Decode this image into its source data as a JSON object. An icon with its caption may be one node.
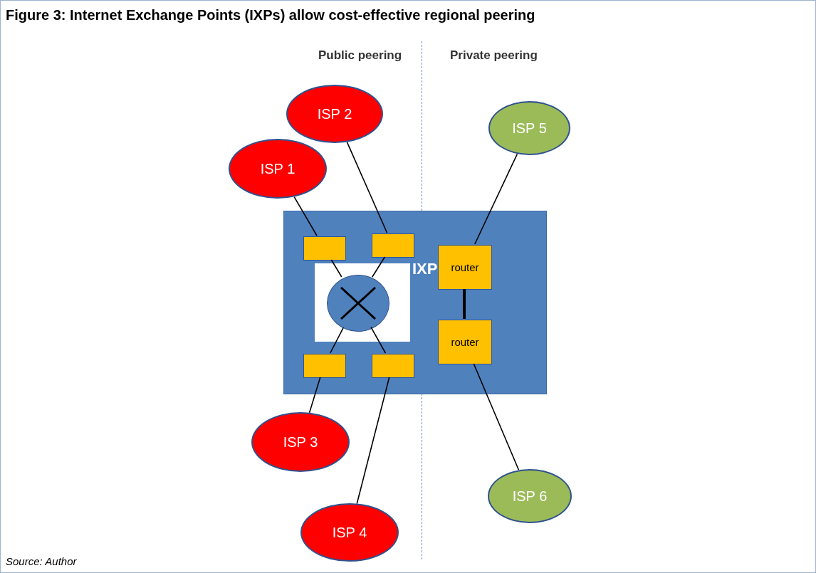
{
  "diagram": {
    "title": "Figure 3: Internet Exchange Points (IXPs) allow cost-effective regional peering",
    "caption": "Source: Author",
    "nodes": [
      {
        "text": [
          "ISP 2"
        ]
      },
      {
        "text": [
          "ISP 5"
        ]
      },
      {
        "text": [
          "ISP 1"
        ]
      },
      {
        "text": [
          "IXP"
        ]
      },
      {
        "text": [],
        "shape": "box",
        "in": 3
      },
      {
        "text": [],
        "shape": "box",
        "in": 3
      },
      {
        "text": [
          "router"
        ],
        "in": 3
      },
      {
        "text": [],
        "shape": "box",
        "in": 3
      },
      {
        "text": [],
        "shape": "circle",
        "in": 7
      },
      {
        "text": [
          "router"
        ],
        "in": 3
      },
      {
        "text": [],
        "shape": "box",
        "in": 3
      },
      {
        "text": [],
        "shape": "box",
        "in": 3
      },
      {
        "text": [
          "ISP 3"
        ]
      },
      {
        "text": [
          "ISP 6"
        ]
      },
      {
        "text": [
          "ISP 4"
        ]
      }
    ],
    "edges": [
      {
        "from": 2,
        "to": 4,
        "arrow": "none"
      },
      {
        "from": 0,
        "to": 5,
        "arrow": "none"
      },
      {
        "from": 4,
        "to": 8,
        "arrow": "none"
      },
      {
        "from": 8,
        "to": 11,
        "arrow": "none"
      },
      {
        "from": 5,
        "to": 8,
        "arrow": "none"
      },
      {
        "from": 8,
        "to": 10,
        "arrow": "none"
      },
      {
        "from": 10,
        "to": 12,
        "arrow": "none"
      },
      {
        "from": 11,
        "to": 14,
        "arrow": "none"
      },
      {
        "from": 1,
        "to": 6,
        "arrow": "none"
      },
      {
        "from": 6,
        "to": 9,
        "arrow": "none",
        "style": "thick"
      },
      {
        "from": 9,
        "to": 13,
        "arrow": "none"
      }
    ],
    "labels": [
      "Public peering",
      "Private peering"
    ]
  }
}
